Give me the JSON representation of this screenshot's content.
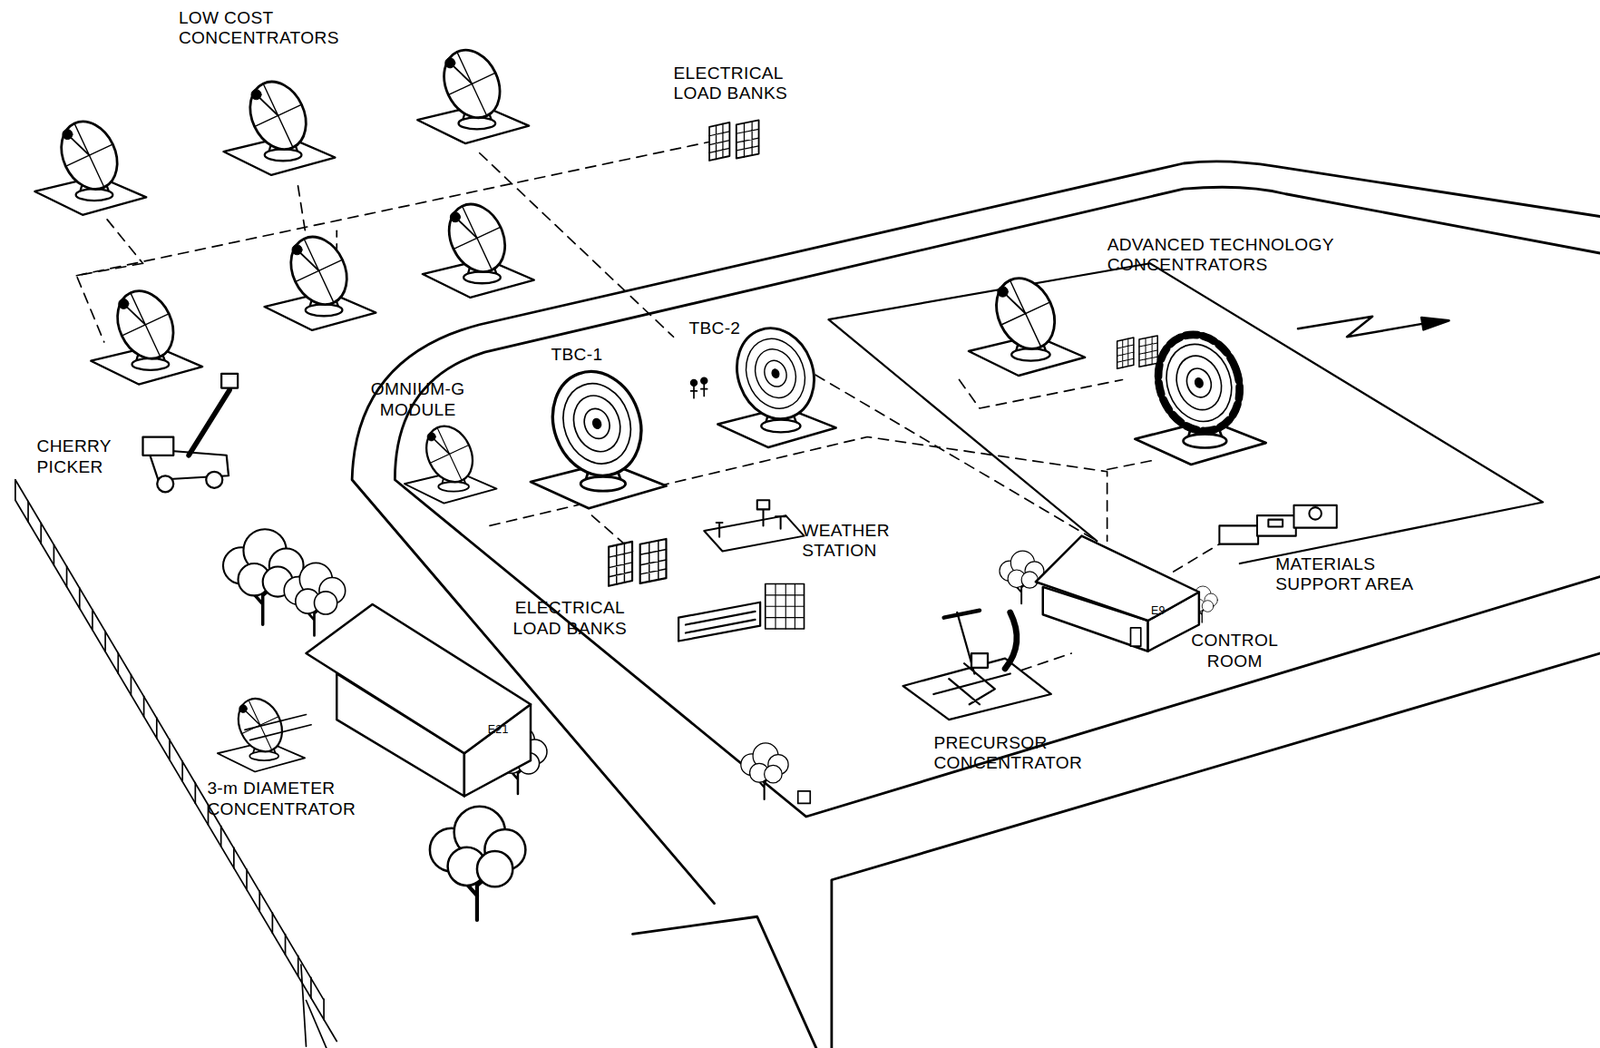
{
  "diagram": {
    "labels": [
      "LOW COST CONCENTRATORS",
      "ELECTRICAL LOAD BANKS",
      "ADVANCED TECHNOLOGY CONCENTRATORS",
      "TBC-2",
      "TBC-1",
      "OMNIUM-G MODULE",
      "CHERRY PICKER",
      "WEATHER STATION",
      "ELECTRICAL LOAD BANKS",
      "MATERIALS SUPPORT AREA",
      "E9",
      "CONTROL ROOM",
      "E21",
      "3-m DIAMETER CONCENTRATOR",
      "PRECURSOR CONCENTRATOR"
    ]
  }
}
